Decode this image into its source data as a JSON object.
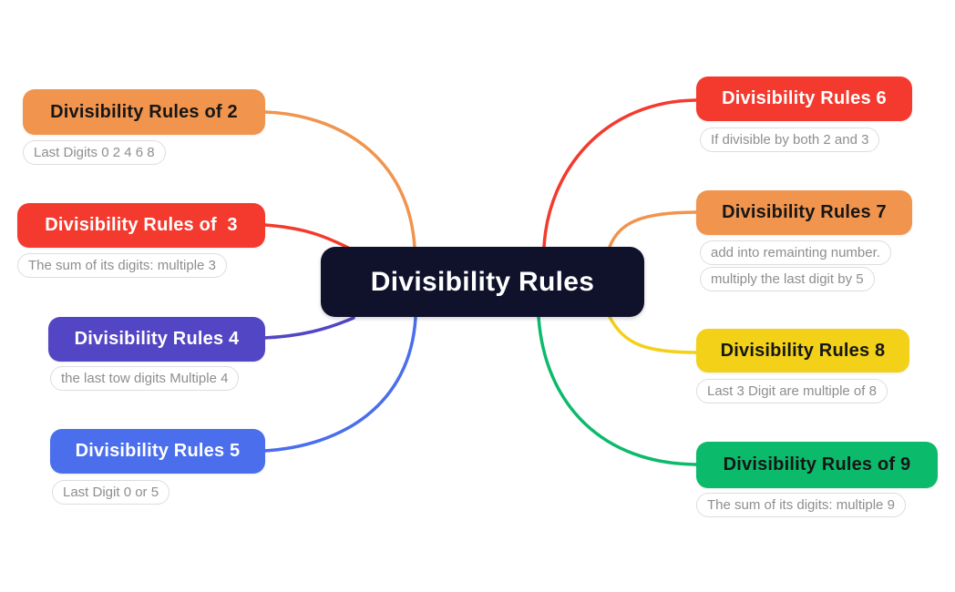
{
  "center": {
    "label": "Divisibility Rules",
    "bg_color": "#10112B",
    "text_color": "#ffffff"
  },
  "note_style": {
    "text_color": "#8e8e8e",
    "border_color": "#dddddd"
  },
  "branches": [
    {
      "id": "rule-2",
      "title": "Divisibility Rules of 2",
      "color": "#F0944E",
      "notes": [
        "Last Digits 0 2 4 6 8"
      ]
    },
    {
      "id": "rule-3",
      "title": "Divisibility Rules of  3",
      "color": "#F43A2E",
      "notes": [
        "The sum of its digits: multiple 3"
      ]
    },
    {
      "id": "rule-4",
      "title": "Divisibility Rules 4",
      "color": "#5346C4",
      "notes": [
        "the last tow digits Multiple 4"
      ]
    },
    {
      "id": "rule-5",
      "title": "Divisibility Rules 5",
      "color": "#4A6EEC",
      "notes": [
        "Last Digit 0 or 5"
      ]
    },
    {
      "id": "rule-6",
      "title": "Divisibility Rules 6",
      "color": "#F43A2E",
      "notes": [
        "If divisible by both 2 and 3"
      ]
    },
    {
      "id": "rule-7",
      "title": "Divisibility Rules 7",
      "color": "#F0944E",
      "notes": [
        "add into remainting number.",
        "multiply the last digit by 5"
      ]
    },
    {
      "id": "rule-8",
      "title": "Divisibility Rules 8",
      "color": "#F2D118",
      "notes": [
        "Last 3 Digit are multiple of 8"
      ]
    },
    {
      "id": "rule-9",
      "title": "Divisibility Rules of 9",
      "color": "#0CBA6B",
      "notes": [
        "The sum of its digits: multiple 9"
      ]
    }
  ]
}
